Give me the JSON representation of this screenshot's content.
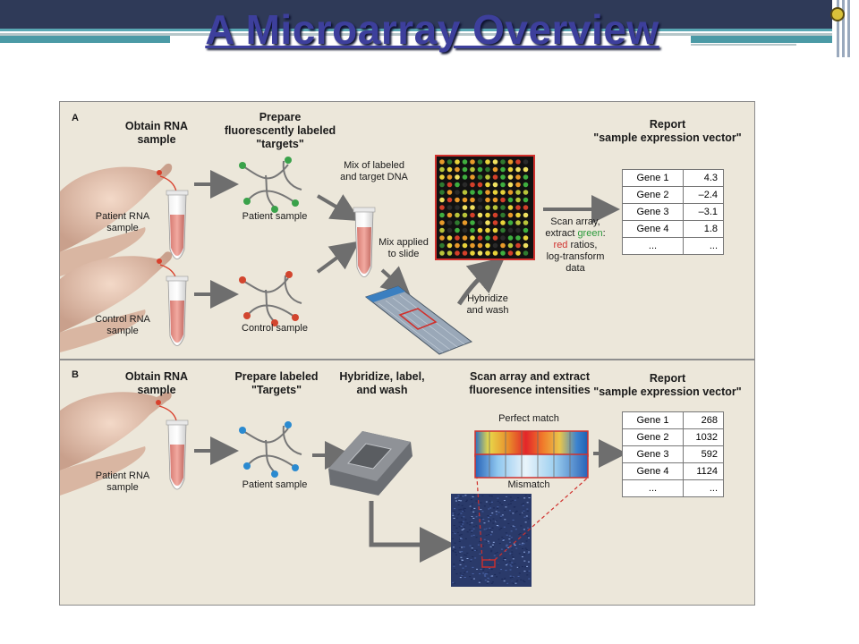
{
  "title": "A Microarray Overview",
  "panel_a": {
    "letter": "A",
    "obtain_line1": "Obtain RNA",
    "obtain_line2": "sample",
    "prepare_line1": "Prepare",
    "prepare_line2": "fluorescently labeled",
    "prepare_line3": "\"targets\"",
    "patient_rna_line1": "Patient RNA",
    "patient_rna_line2": "sample",
    "control_rna_line1": "Control RNA",
    "control_rna_line2": "sample",
    "patient_sample": "Patient sample",
    "control_sample": "Control sample",
    "mix_line1": "Mix of labeled",
    "mix_line2": "and target DNA",
    "mix_applied_line1": "Mix applied",
    "mix_applied_line2": "to slide",
    "hybridize_line1": "Hybridize",
    "hybridize_line2": "and wash",
    "scan_line1": "Scan array,",
    "scan_line2_pre": "extract ",
    "scan_green": "green",
    "scan_colon": ":",
    "scan_red": "red",
    "scan_line3_post": " ratios,",
    "scan_line4": "log-transform",
    "scan_line5": "data",
    "report_line1": "Report",
    "report_line2": "\"sample expression vector\"",
    "table": [
      {
        "gene": "Gene 1",
        "value": "4.3"
      },
      {
        "gene": "Gene 2",
        "value": "–2.4"
      },
      {
        "gene": "Gene 3",
        "value": "–3.1"
      },
      {
        "gene": "Gene 4",
        "value": "1.8"
      },
      {
        "gene": "...",
        "value": "..."
      }
    ]
  },
  "panel_b": {
    "letter": "B",
    "obtain_line1": "Obtain RNA",
    "obtain_line2": "sample",
    "prepare_line1": "Prepare labeled",
    "prepare_line2": "\"Targets\"",
    "hybridize_line1": "Hybridize, label,",
    "hybridize_line2": "and wash",
    "scan_line1": "Scan array and extract",
    "scan_line2": "fluoresence intensities",
    "perfect_match": "Perfect match",
    "mismatch": "Mismatch",
    "patient_rna_line1": "Patient RNA",
    "patient_rna_line2": "sample",
    "patient_sample": "Patient sample",
    "report_line1": "Report",
    "report_line2": "\"sample expression vector\"",
    "table": [
      {
        "gene": "Gene 1",
        "value": "268"
      },
      {
        "gene": "Gene 2",
        "value": "1032"
      },
      {
        "gene": "Gene 3",
        "value": "592"
      },
      {
        "gene": "Gene 4",
        "value": "1124"
      },
      {
        "gene": "...",
        "value": "..."
      }
    ]
  },
  "colors": {
    "title": "#3d3f9c",
    "header_bar": "#2f3a58",
    "accent_teal": "#4b9aa6",
    "figure_bg": "#ece7da",
    "green_label": "#2a9a3a",
    "red_label": "#d0312d"
  }
}
